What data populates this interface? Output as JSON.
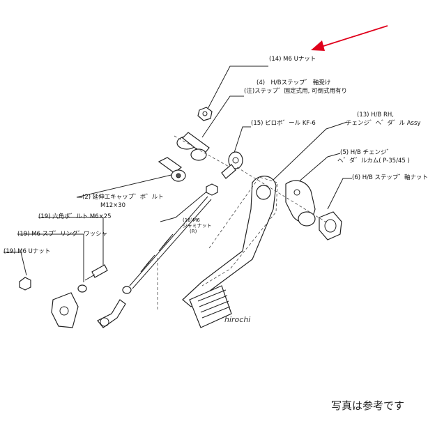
{
  "labels": {
    "p14": "(14) M6 Uナット",
    "p4_line1": "(4)　H/Bステップ゛ 軸受け",
    "p4_line2": "(注)ステップ゛固定式用, 可倒式用有り",
    "p15": "(15) ピロボ゛ール KF-6",
    "p13_line1": "(13) H/B RH,",
    "p13_line2": "チェンジ゛ヘ゛ダ゛ル Assy",
    "p5_line1": "(5) H/B チェンジ゛",
    "p5_line2": "ヘ゛ダ゛ルカム( P-35/45 )",
    "p6": "(6) H/B ステップ゛軸ナット",
    "p2_line1": "(2) 延伸エキャップ゛ボ゛ルト",
    "p2_line2": "M12×30",
    "p16_line1": "(16)M6",
    "p16_line2": "ジャミナット",
    "p16_line3": "(R)",
    "p19a": "(19) 六角ボ゛ルト M6×25",
    "p19b": "(19) M6 スプ゛リング゛ワッシャ",
    "p19c": "(19) M6 Uナット"
  },
  "watermark": "hirochi",
  "footnote": "写真は参考です",
  "colors": {
    "arrow": "#e0001b",
    "line": "#222222"
  }
}
